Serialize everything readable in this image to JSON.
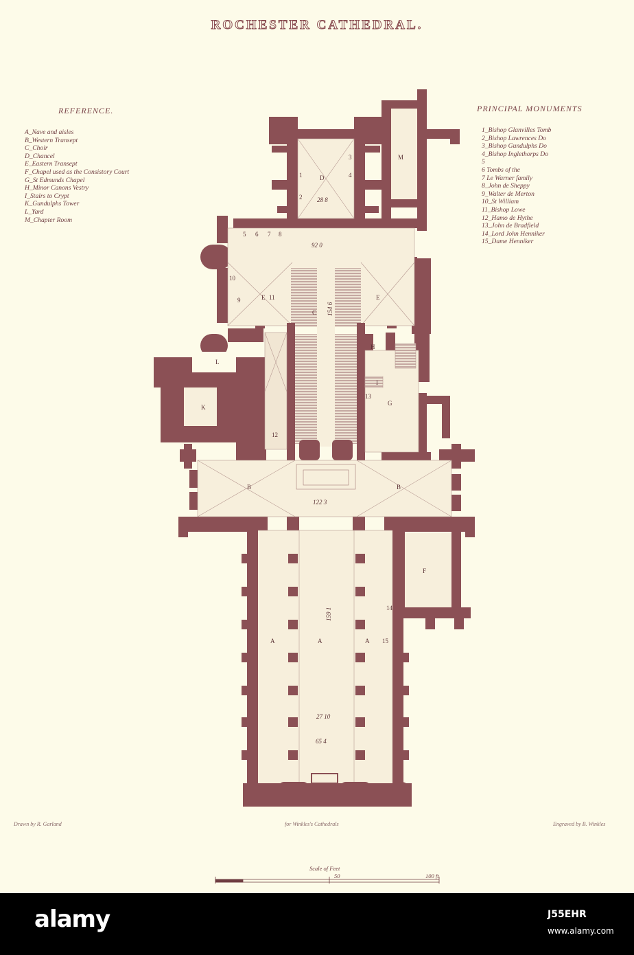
{
  "title": "ROCHESTER CATHEDRAL.",
  "reference": {
    "heading": "REFERENCE.",
    "items": [
      "A_Nave and aisles",
      "B_Western Transept",
      "C_Choir",
      "D_Chancel",
      "E_Eastern Transept",
      "F_Chapel used as the Consistory Court",
      "G_St Edmunds Chapel",
      "H_Minor Canons Vestry",
      "I_Stairs to Crypt",
      "K_Gundulphs Tower",
      "L_Yard",
      "M_Chapter Room"
    ]
  },
  "monuments": {
    "heading": "PRINCIPAL MONUMENTS",
    "items": [
      "1_Bishop Glanvilles Tomb",
      "2_Bishop Lawrences Do",
      "3_Bishop Gundulphs Do",
      "4_Bishop Inglethorps Do",
      "5",
      "6 Tombs of the",
      "7 Le Warner family",
      "8_John de Sheppy",
      "9_Walter de Merton",
      "10_St William",
      "11_Bishop Lowe",
      "12_Hamo de Hythe",
      "13_John de Bradfield",
      "14_Lord John Henniker",
      "15_Dame Henniker"
    ]
  },
  "plan": {
    "rooms": {
      "A": "A",
      "B": "B",
      "C": "C",
      "D": "D",
      "E": "E",
      "F": "F",
      "G": "G",
      "H": "H",
      "I": "I",
      "K": "K",
      "L": "L",
      "M": "M"
    },
    "dimensions": {
      "chancel": "28 8",
      "choir_crossing": "92 0",
      "choir": "154 6",
      "western_transept": "122 3",
      "nave_length": "159 1",
      "nave_width_inner": "27 10",
      "nave_width_outer": "65 4"
    },
    "monument_numbers": [
      "1",
      "2",
      "3",
      "4",
      "5",
      "6",
      "7",
      "8",
      "9",
      "10",
      "11",
      "12",
      "13",
      "14",
      "15"
    ]
  },
  "credits": {
    "drawn": "Drawn by R. Garland",
    "for": "for Winkles's Cathedrals",
    "engraved": "Engraved by B. Winkles"
  },
  "scale": {
    "label": "Scale of Feet",
    "mid": "50",
    "end": "100 ft"
  },
  "footer": {
    "logo": "alamy",
    "image_id": "J55EHR",
    "url": "www.alamy.com"
  },
  "colors": {
    "paper": "#fdfbe9",
    "wall": "#8b5055",
    "ink": "#6f3d41",
    "footer": "#000000"
  }
}
